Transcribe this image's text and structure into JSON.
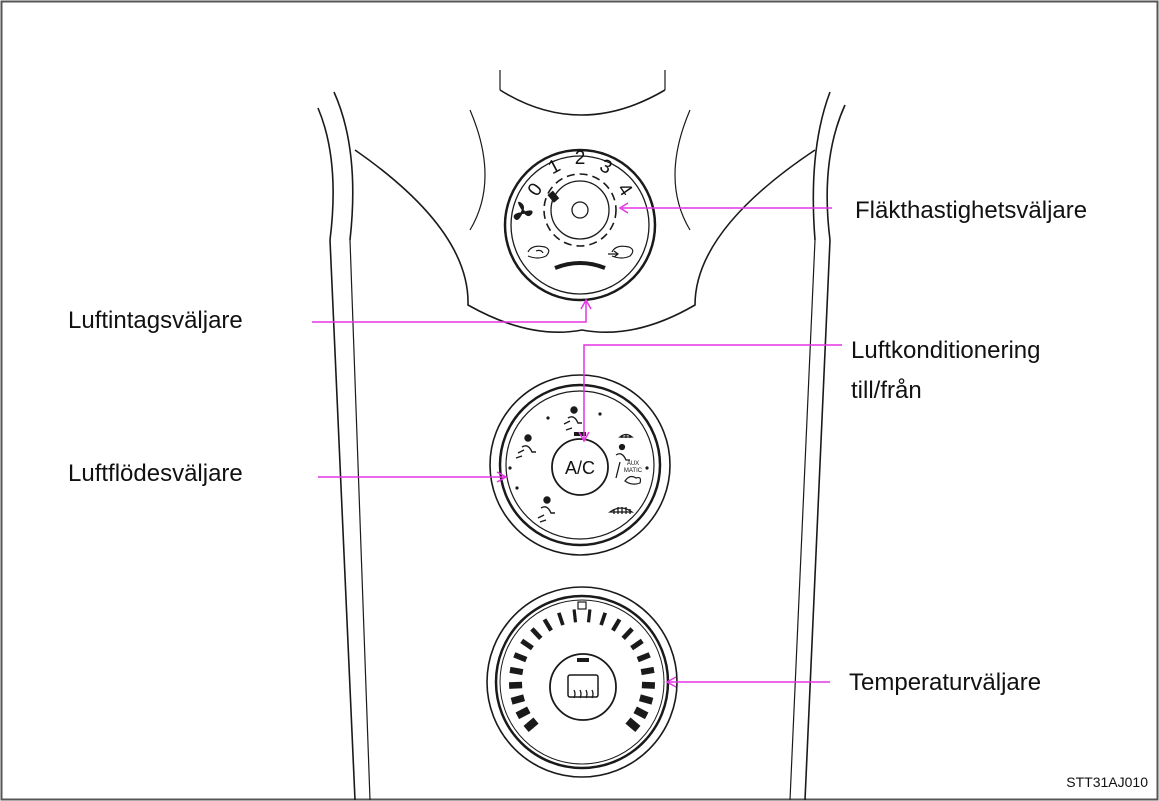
{
  "labels": {
    "fan_speed": "Fläkthastighetsväljare",
    "air_intake": "Luftintagsväljare",
    "ac_line1": "Luftkonditionering",
    "ac_line2": "till/från",
    "air_flow": "Luftflödesväljare",
    "temperature": "Temperaturväljare"
  },
  "fan_dial": {
    "speeds": [
      "0",
      "1",
      "2",
      "3",
      "4"
    ]
  },
  "ac_button": {
    "text": "A/C"
  },
  "mode_icons": {
    "auto_text_1": "AUX",
    "auto_text_2": "MATIC"
  },
  "figure_code": "STT31AJ010",
  "colors": {
    "callout": "#e633e6",
    "line": "#1a1a1a",
    "frame": "#555555"
  }
}
